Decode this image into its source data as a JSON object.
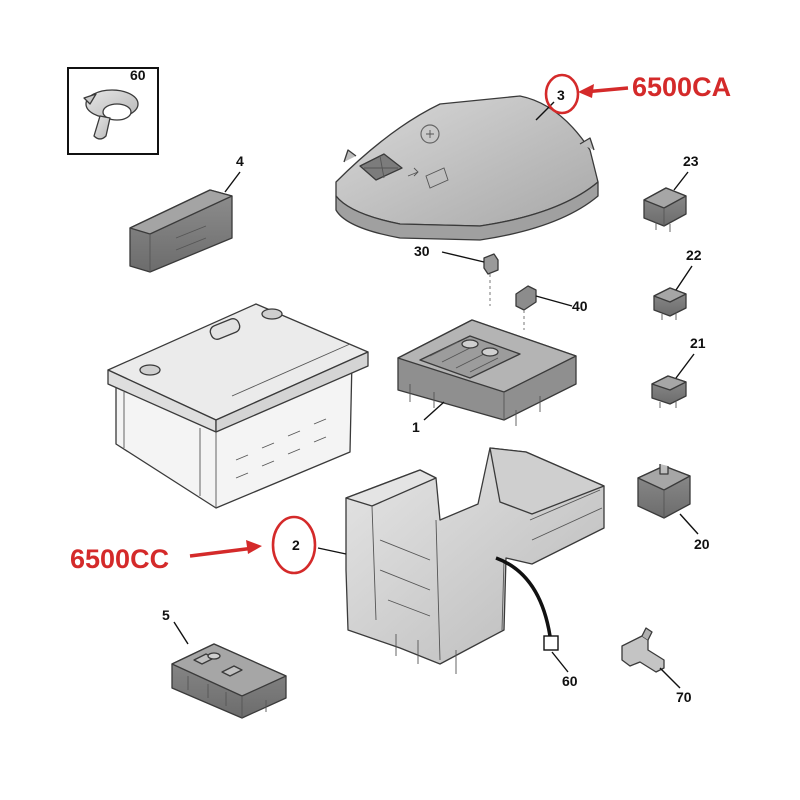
{
  "callouts": {
    "inset_60": "60",
    "cover_3": "3",
    "module_4": "4",
    "relay_23": "23",
    "fuse_30": "30",
    "fuse_40": "40",
    "relay_22": "22",
    "relay_21": "21",
    "fusebox_1": "1",
    "relay_20": "20",
    "tray_2": "2",
    "block_5": "5",
    "clip_60": "60",
    "bracket_70": "70"
  },
  "codes": {
    "cover": "6500CA",
    "tray": "6500CC"
  },
  "colors": {
    "highlight": "#d42a2a",
    "part_fill": "#d6d6d6",
    "part_dark": "#9a9a9a",
    "battery_fill": "#f2f2f2"
  }
}
